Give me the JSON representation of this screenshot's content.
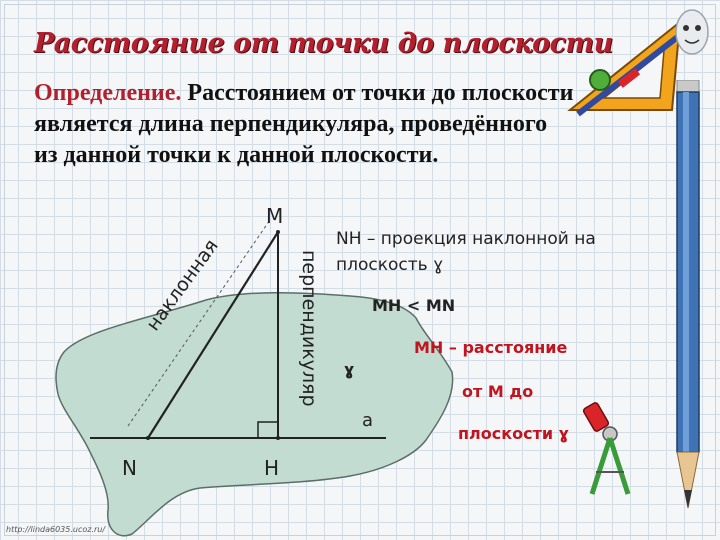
{
  "slide": {
    "title": "Расстояние от точки до плоскости",
    "definition_lead": "Определение.",
    "definition_body": " Расстоянием от точки до плоскости является длина перпендикуляра, проведённого из данной точки к данной плоскости.",
    "url": "http://linda6035.ucoz.ru/"
  },
  "figure": {
    "point_M": "M",
    "point_N": "N",
    "point_H": "H",
    "plane_gamma": "ɣ",
    "plane_alpha": "a",
    "label_slant": "наклонная",
    "label_perpendicular": "перпендикуляр"
  },
  "notes": {
    "projection": "NH – проекция наклонной на плоскость ɣ",
    "inequality": "MH < MN",
    "distance_1": "MH – расстояние",
    "distance_2": "от M до",
    "distance_3": "плоскости ɣ"
  },
  "colors": {
    "title": "#b3202d",
    "plane_fill": "#c2dcd2",
    "plane_stroke": "#5b6e68",
    "note_highlight": "#c0151f"
  },
  "icons": {
    "pencil": "pencil-icon",
    "triangle_ruler": "triangle-ruler-icon",
    "compass": "compass-icon"
  }
}
